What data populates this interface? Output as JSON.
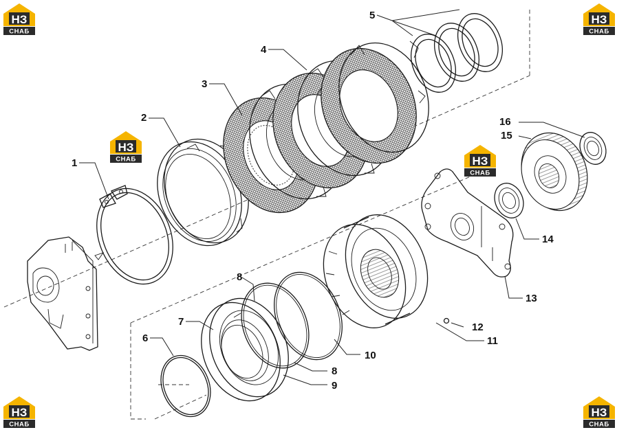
{
  "brand": {
    "mark": "НЗ",
    "name": "СНАБ",
    "colors": {
      "yellow": "#f5b400",
      "dark": "#2b2b2b"
    }
  },
  "diagram": {
    "callouts": [
      {
        "id": "c1",
        "text": "1"
      },
      {
        "id": "c2",
        "text": "2"
      },
      {
        "id": "c3",
        "text": "3"
      },
      {
        "id": "c4",
        "text": "4"
      },
      {
        "id": "c5",
        "text": "5"
      },
      {
        "id": "c6",
        "text": "6"
      },
      {
        "id": "c7",
        "text": "7"
      },
      {
        "id": "c8a",
        "text": "8"
      },
      {
        "id": "c8b",
        "text": "8"
      },
      {
        "id": "c9",
        "text": "9"
      },
      {
        "id": "c10",
        "text": "10"
      },
      {
        "id": "c11",
        "text": "11"
      },
      {
        "id": "c12",
        "text": "12"
      },
      {
        "id": "c13",
        "text": "13"
      },
      {
        "id": "c14",
        "text": "14"
      },
      {
        "id": "c15",
        "text": "15"
      },
      {
        "id": "c16",
        "text": "16"
      }
    ]
  }
}
